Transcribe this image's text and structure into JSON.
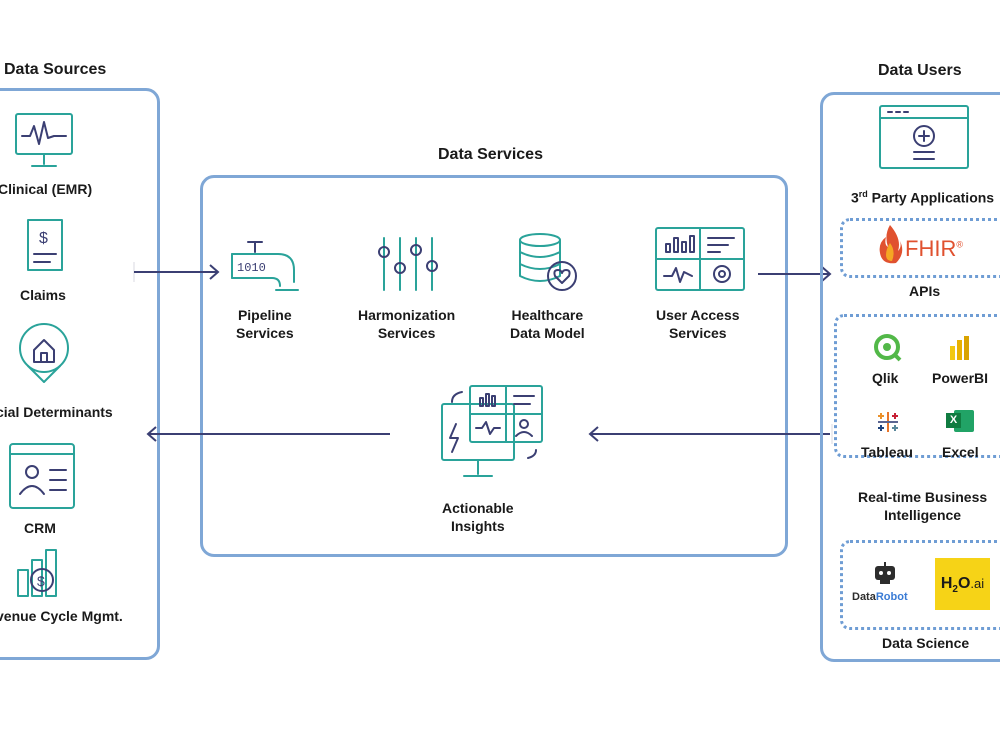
{
  "sources": {
    "title": "Data Sources",
    "items": [
      "Clinical (EMR)",
      "Claims",
      "cial Determinants",
      "CRM",
      "venue Cycle Mgmt."
    ]
  },
  "services": {
    "title": "Data Services",
    "items": [
      {
        "line1": "Pipeline",
        "line2": "Services"
      },
      {
        "line1": "Harmonization",
        "line2": "Services"
      },
      {
        "line1": "Healthcare",
        "line2": "Data Model"
      },
      {
        "line1": "User Access",
        "line2": "Services"
      }
    ],
    "insights": {
      "line1": "Actionable",
      "line2": "Insights"
    },
    "pipe_text": "1010"
  },
  "users": {
    "title": "Data Users",
    "third_party": {
      "base": "3",
      "sup": "rd",
      "rest": " Party Applications"
    },
    "fhir": {
      "logo": "FHIR",
      "mark": "®"
    },
    "apis": "APIs",
    "bi_tools": [
      "Qlik",
      "PowerBI",
      "Tableau",
      "Excel"
    ],
    "bi_label": {
      "line1": "Real-time Business",
      "line2": "Intelligence"
    },
    "ds_logos": {
      "datarobot_a": "Data",
      "datarobot_b": "Robot",
      "h2o": "H",
      "h2o_sub": "2",
      "h2o_rest": "O",
      "h2o_ai": ".ai"
    },
    "ds_label": "Data Science",
    "excel_letter": "X"
  },
  "colors": {
    "teal": "#2aa39a",
    "navy": "#3b3f73",
    "panel_border": "#7fa7d6",
    "fhir_orange": "#e0512f",
    "h2o_yellow": "#f6d317"
  }
}
